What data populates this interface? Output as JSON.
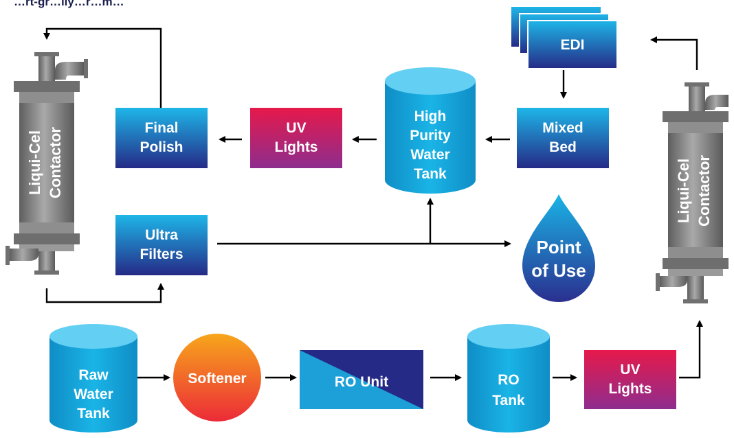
{
  "title": "…rt-gr…ily…r…m…",
  "nodes": {
    "edi": "EDI",
    "mixed_bed": [
      "Mixed",
      "Bed"
    ],
    "high_purity_tank": [
      "High",
      "Purity",
      "Water",
      "Tank"
    ],
    "uv_lights_top": [
      "UV",
      "Lights"
    ],
    "final_polish": [
      "Final",
      "Polish"
    ],
    "ultra_filters": [
      "Ultra",
      "Filters"
    ],
    "point_of_use": [
      "Point",
      "of Use"
    ],
    "contactor_left": [
      "Liqui-Cel",
      "Contactor"
    ],
    "contactor_right": [
      "Liqui-Cel",
      "Contactor"
    ],
    "raw_water_tank": [
      "Raw",
      "Water",
      "Tank"
    ],
    "softener": "Softener",
    "ro_unit": "RO Unit",
    "ro_tank": [
      "RO",
      "Tank"
    ],
    "uv_lights_bottom": [
      "UV",
      "Lights"
    ]
  },
  "colors": {
    "blue_gradient_top": "#1eb6e8",
    "blue_gradient_bottom": "#252a86",
    "uv_gradient_top": "#e6194b",
    "uv_gradient_bottom": "#8e2d8e",
    "softener_top": "#f7a61b",
    "softener_bottom": "#ec2b38",
    "cylinder_body": "#16a6dc",
    "cylinder_top": "#62cff3",
    "contactor_metal": "#8c8c8c",
    "arrow": "#000000"
  }
}
